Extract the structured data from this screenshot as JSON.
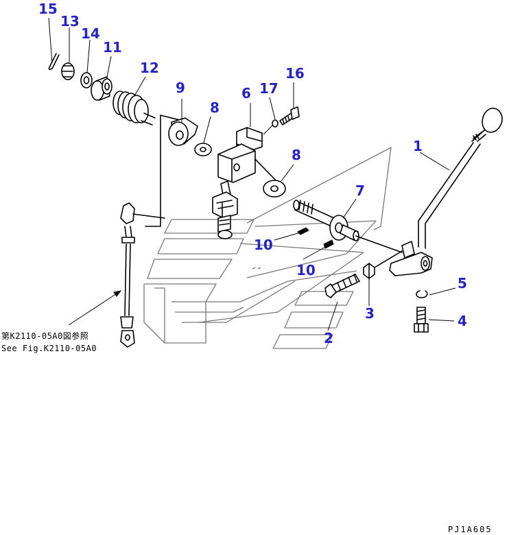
{
  "callouts": {
    "c1": "1",
    "c2": "2",
    "c3": "3",
    "c4": "4",
    "c5": "5",
    "c6": "6",
    "c7": "7",
    "c8a": "8",
    "c8b": "8",
    "c9": "9",
    "c10a": "10",
    "c10b": "10",
    "c11": "11",
    "c12": "12",
    "c13": "13",
    "c14": "14",
    "c15": "15",
    "c16": "16",
    "c17": "17"
  },
  "reference": {
    "jp": "第K2110-05A0図参照",
    "en": "See Fig.K2110-05A0"
  },
  "drawing_code": "PJ1A605",
  "colors": {
    "callout": "#2323c8",
    "line": "#000000",
    "floor": "#777777"
  }
}
